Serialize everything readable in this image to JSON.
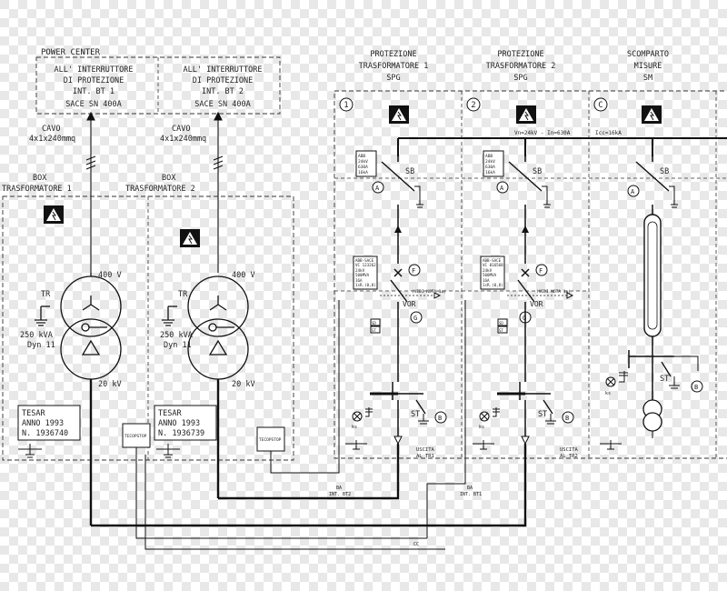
{
  "colors": {
    "checker_light": "#ffffff",
    "checker_dark": "#e6e6e6",
    "line": "#1a1a1a",
    "dash": "#333333",
    "thick": "#111111"
  },
  "power_center": {
    "title": "POWER CENTER",
    "left_box": [
      "ALL' INTERRUTTORE",
      "DI PROTEZIONE",
      "INT. BT 1",
      "SACE SN 400A"
    ],
    "right_box": [
      "ALL' INTERRUTTORE",
      "DI PROTEZIONE",
      "INT. BT 2",
      "SACE SN 400A"
    ]
  },
  "cables": {
    "left": [
      "CAVO",
      "4x1x240mmq"
    ],
    "right": [
      "CAVO",
      "4x1x240mmq"
    ]
  },
  "boxes": {
    "left_title": [
      "BOX",
      "TRASFORMATORE 1"
    ],
    "right_title": [
      "BOX",
      "TRASFORMATORE 2"
    ]
  },
  "transformers": {
    "tr_label": "TR",
    "low_voltage": "400 V",
    "high_voltage": "20 kV",
    "rating": [
      "250 kVA",
      "Dyn 11"
    ],
    "tag_left": "TECOPSTOP",
    "tag_right": "TECOPSTOP"
  },
  "nameplates": {
    "left": [
      "TESAR",
      "ANNO 1993",
      "N. 1936740"
    ],
    "right": [
      "TESAR",
      "ANNO 1993",
      "N. 1936739"
    ]
  },
  "columns": [
    {
      "title": [
        "PROTEZIONE",
        "TRASFORMATORE 1",
        "SPG"
      ],
      "number": "1",
      "outlet": [
        "USCITA",
        "AL TR1"
      ],
      "breaker_tag": [
        "ABB-SACE",
        "VC 123262",
        "24kV",
        "500MVA",
        "16A",
        "1sR.(0,8)"
      ]
    },
    {
      "title": [
        "PROTEZIONE",
        "TRASFORMATORE 2",
        "SPG"
      ],
      "number": "2",
      "outlet": [
        "USCITA",
        "AL TR2"
      ],
      "breaker_tag": [
        "ABB-SACE",
        "VC 016568",
        "24kV",
        "500MVA",
        "16A",
        "1sR.(0,8)"
      ]
    },
    {
      "title": [
        "SCOMPARTO",
        "MISURE",
        "SM"
      ],
      "number": "C"
    }
  ],
  "panel": {
    "busbar_label": "Vn=24kV - In=630A",
    "icc_label": "Icc=16kA",
    "switch_label": "SB",
    "earth_label": "ST",
    "vor_label": "VOR",
    "vedi_nota": "(VEDI NOTA 1a)",
    "switch_tag": [
      "ABB",
      "24kV",
      "630A",
      "16kA"
    ],
    "markers": {
      "A": "A",
      "B": "B",
      "F": "F",
      "G": "G"
    },
    "relay_tags": [
      "BA",
      "SD",
      "ST"
    ],
    "lamp_label": "ks"
  },
  "wiring_labels": {
    "int_bt2": [
      "BA",
      "INT. BT2"
    ],
    "int_bt1": [
      "BA",
      "INT. BT1"
    ],
    "cc": "CC"
  }
}
